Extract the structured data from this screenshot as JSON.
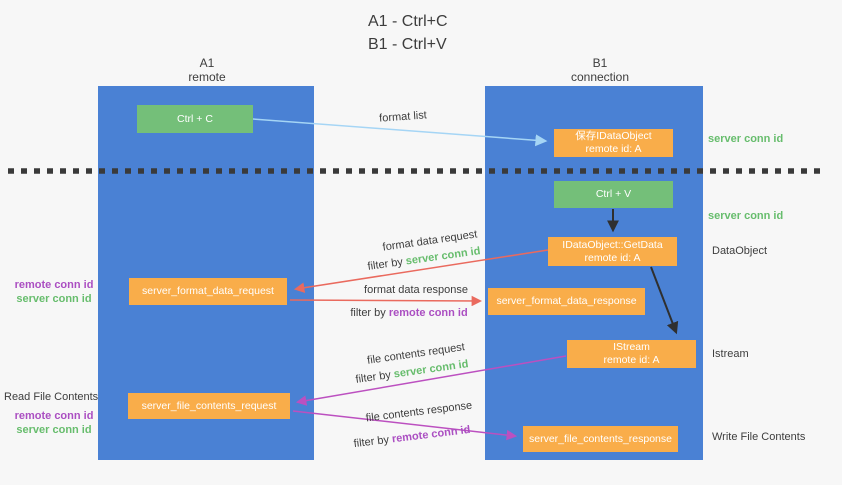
{
  "title": {
    "line1": "A1 - Ctrl+C",
    "line2": "B1 - Ctrl+V"
  },
  "lanes": {
    "a1": {
      "name": "A1",
      "subtitle": "remote"
    },
    "b1": {
      "name": "B1",
      "subtitle": "connection"
    }
  },
  "boxes": {
    "ctrl_c": {
      "label": "Ctrl + C"
    },
    "ctrl_v": {
      "label": "Ctrl + V"
    },
    "save_idataobject": {
      "line1": "保存IDataObject",
      "line2": "remote id: A"
    },
    "getdata": {
      "line1": "IDataObject::GetData",
      "line2": "remote id: A"
    },
    "istream": {
      "line1": "IStream",
      "line2": "remote id: A"
    },
    "server_format_data_request": {
      "label": "server_format_data_request"
    },
    "server_format_data_response": {
      "label": "server_format_data_response"
    },
    "server_file_contents_request": {
      "label": "server_file_contents_request"
    },
    "server_file_contents_response": {
      "label": "server_file_contents_response"
    }
  },
  "side_labels": {
    "server_conn_id_top": "server conn id",
    "server_conn_id_mid": "server conn id",
    "dataobject": "DataObject",
    "istream": "Istream",
    "write_file_contents": "Write File Contents",
    "read_file_contents": "Read File Contents",
    "remote_conn_id": "remote conn id",
    "server_conn_id": "server conn id"
  },
  "arrow_labels": {
    "format_list": "format list",
    "format_data_request": "format data request",
    "format_data_response": "format data response",
    "file_contents_request": "file contents request",
    "file_contents_response": "file contents response",
    "filter_by": "filter by"
  },
  "colors": {
    "lane_blue": "#4a81d4",
    "box_green": "#74bf79",
    "box_orange": "#f9ad4a",
    "arrow_red": "#ea6a5e",
    "arrow_magenta": "#bc50c0",
    "arrow_lightblue": "#a5d5f5",
    "arrow_black": "#2f2f2f",
    "text_green": "#67bd6d",
    "text_purple": "#ab4fc2",
    "text_dark": "#3d3d3d"
  }
}
